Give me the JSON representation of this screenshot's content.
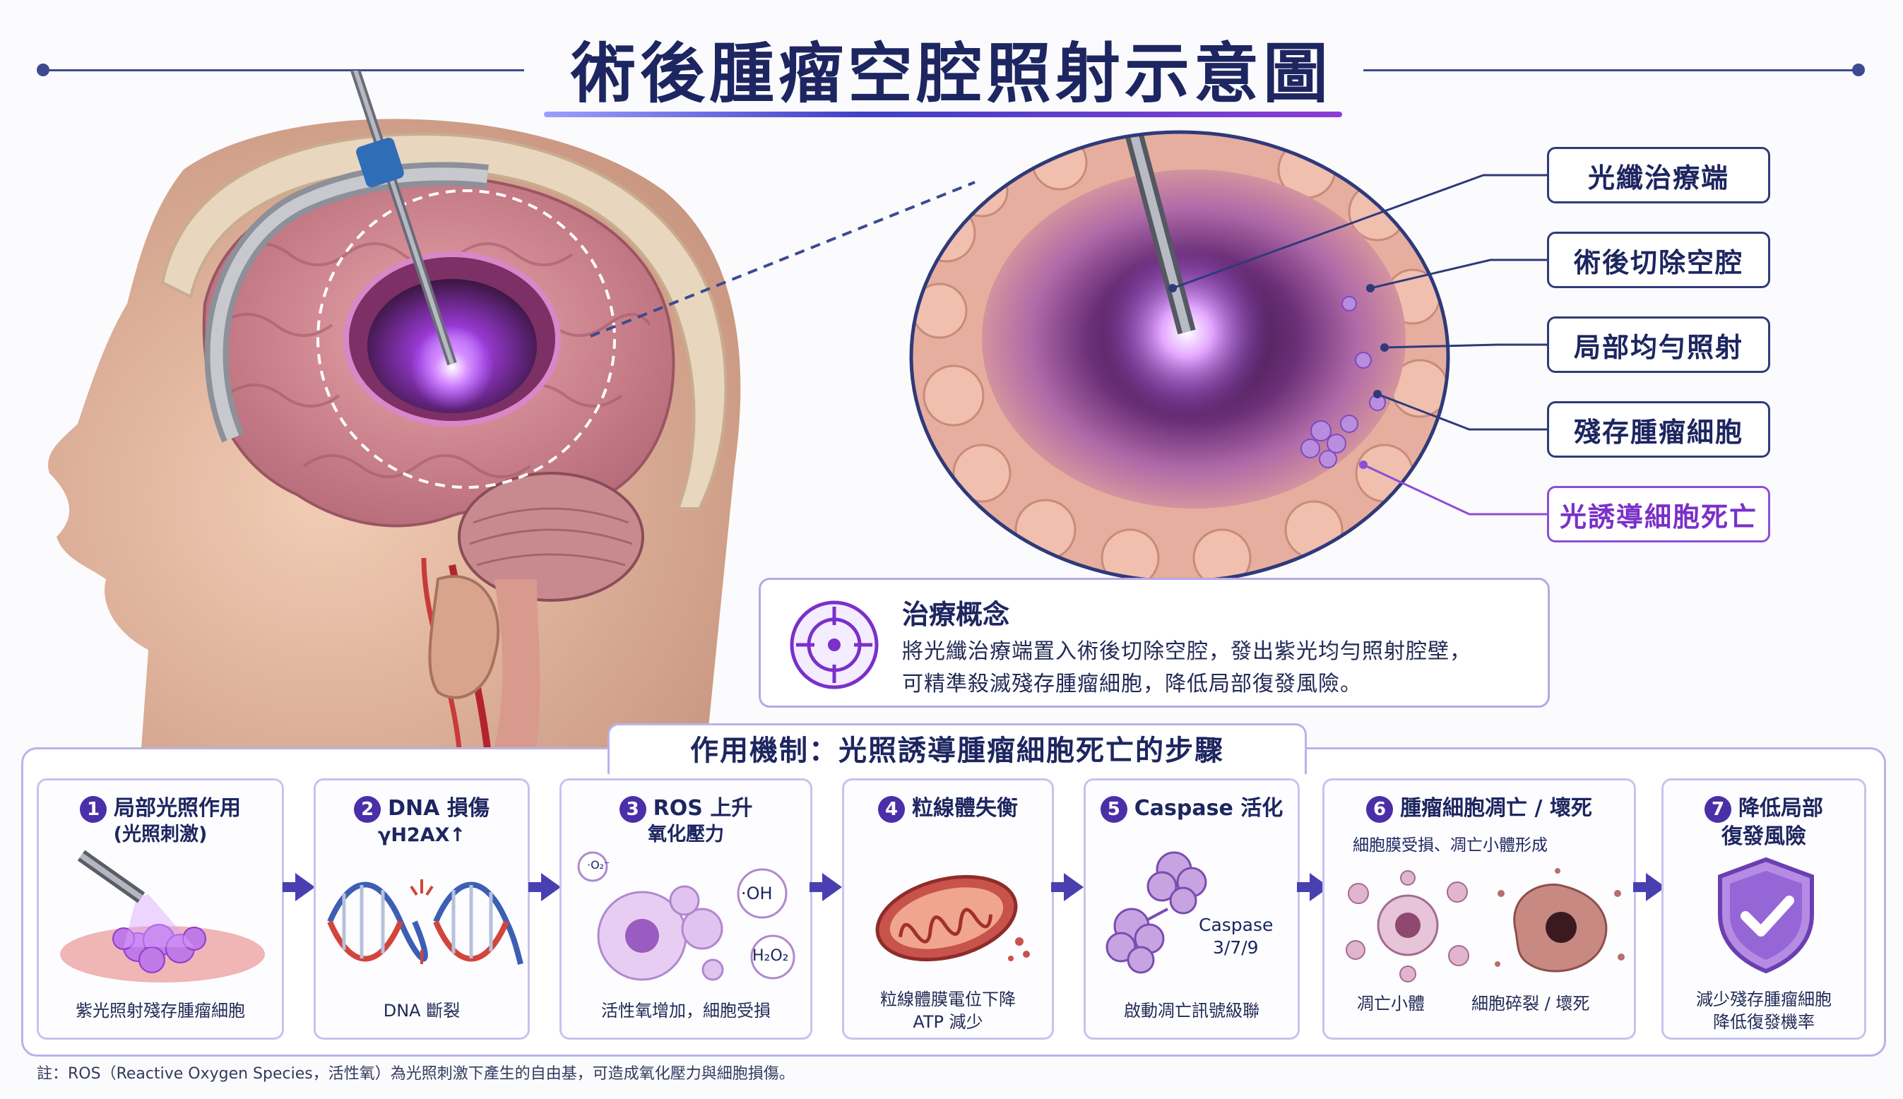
{
  "title": "術後腫瘤空腔照射示意圖",
  "labels": [
    "光纖治療端",
    "術後切除空腔",
    "局部均勻照射",
    "殘存腫瘤細胞",
    "光誘導細胞死亡"
  ],
  "concept": {
    "title": "治療概念",
    "line1": "將光纖治療端置入術後切除空腔，發出紫光均勻照射腔壁，",
    "line2": "可精準殺滅殘存腫瘤細胞，降低局部復發風險。"
  },
  "mechanism": {
    "title": "作用機制：光照誘導腫瘤細胞死亡的步驟",
    "steps": [
      {
        "num": "1",
        "title": "局部光照作用",
        "sub": "(光照刺激)",
        "caption": "紫光照射殘存腫瘤細胞"
      },
      {
        "num": "2",
        "title": "DNA 損傷",
        "sub": "γH2AX↑",
        "caption": "DNA 斷裂"
      },
      {
        "num": "3",
        "title": "ROS 上升",
        "sub": "氧化壓力",
        "caption": "活性氧增加，細胞受損"
      },
      {
        "num": "4",
        "title": "粒線體失衡",
        "sub": "",
        "caption1": "粒線體膜電位下降",
        "caption2": "ATP 減少"
      },
      {
        "num": "5",
        "title": "Caspase 活化",
        "sub": "",
        "caption": "啟動凋亡訊號級聯"
      },
      {
        "num": "6",
        "title": "腫瘤細胞凋亡 / 壞死",
        "sub": "細胞膜受損、凋亡小體形成",
        "caption_left": "凋亡小體",
        "caption_right": "細胞碎裂 / 壞死"
      },
      {
        "num": "7",
        "title": "降低局部",
        "title2": "復發風險",
        "caption1": "減少殘存腫瘤細胞",
        "caption2": "降低復發機率"
      }
    ],
    "ros_labels": {
      "o2": "·O₂⁻",
      "oh": "·OH",
      "h2o2": "H₂O₂"
    },
    "caspase_label1": "Caspase",
    "caspase_label2": "3/7/9"
  },
  "footnote": "註：ROS（Reactive Oxygen Species，活性氧）為光照刺激下產生的自由基，可造成氧化壓力與細胞損傷。",
  "colors": {
    "navy": "#1d2660",
    "purple": "#7a30c9",
    "violet_light": "#c98bff"
  }
}
